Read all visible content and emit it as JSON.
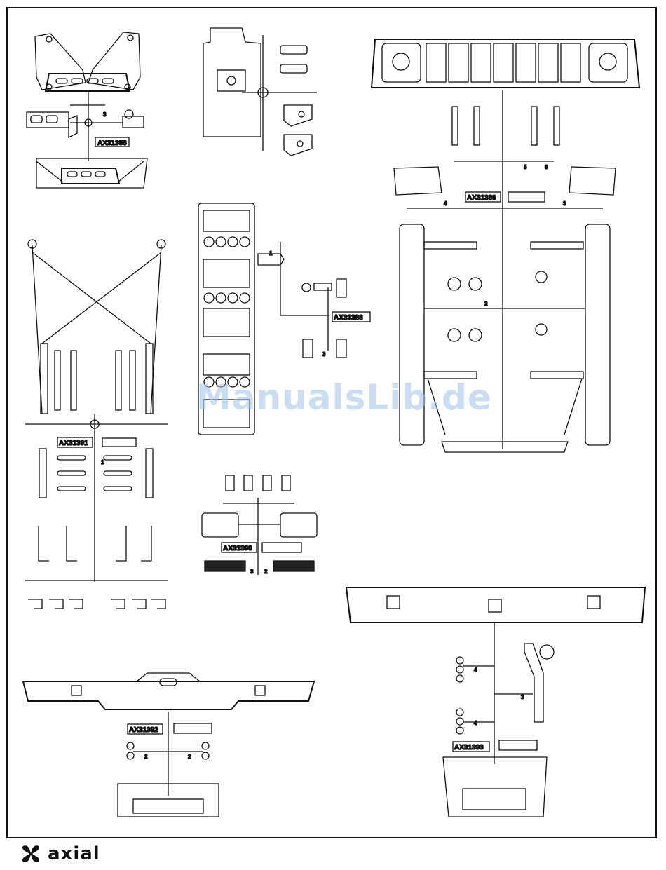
{
  "sprues": {
    "ax31386": "AX31386",
    "ax31388": "AX31388",
    "ax31389": "AX31389",
    "ax31390": "AX31390",
    "ax31391": "AX31391",
    "ax31392": "AX31392",
    "ax31393": "AX31393"
  },
  "part_numbers": {
    "n1": "1",
    "n2": "2",
    "n3": "3",
    "n4": "4",
    "n5": "5",
    "n6": "6"
  },
  "watermark": "ManualsLib.de",
  "brand": {
    "name": "axial",
    "logo_icon": "axial-logo-icon"
  }
}
